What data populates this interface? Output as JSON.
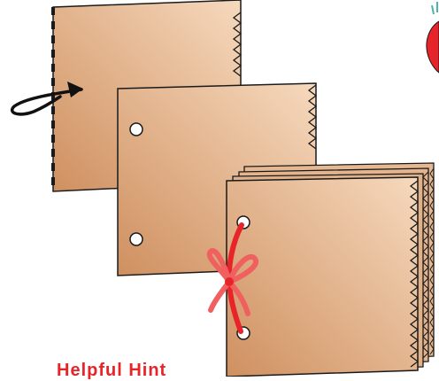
{
  "caption": {
    "text": "Helpful Hint"
  },
  "colors": {
    "paper_light": "#f6d9bd",
    "paper_dark": "#cf9060",
    "outline": "#1a1a1a",
    "tie_red": "#e8242b",
    "tie_pink": "#f0605e",
    "caption": "#e8242b",
    "background": "#ffffff"
  },
  "icons": [
    "curved-arrow-icon",
    "bow-tie-icon",
    "red-ornament-icon"
  ],
  "steps": [
    {
      "name": "single-sheet-folded",
      "sheets": 1,
      "holes": 0,
      "tied": false
    },
    {
      "name": "single-sheet-punched",
      "sheets": 1,
      "holes": 2,
      "tied": false
    },
    {
      "name": "stacked-sheets-tied",
      "sheets": 4,
      "holes": 2,
      "tied": true
    }
  ]
}
